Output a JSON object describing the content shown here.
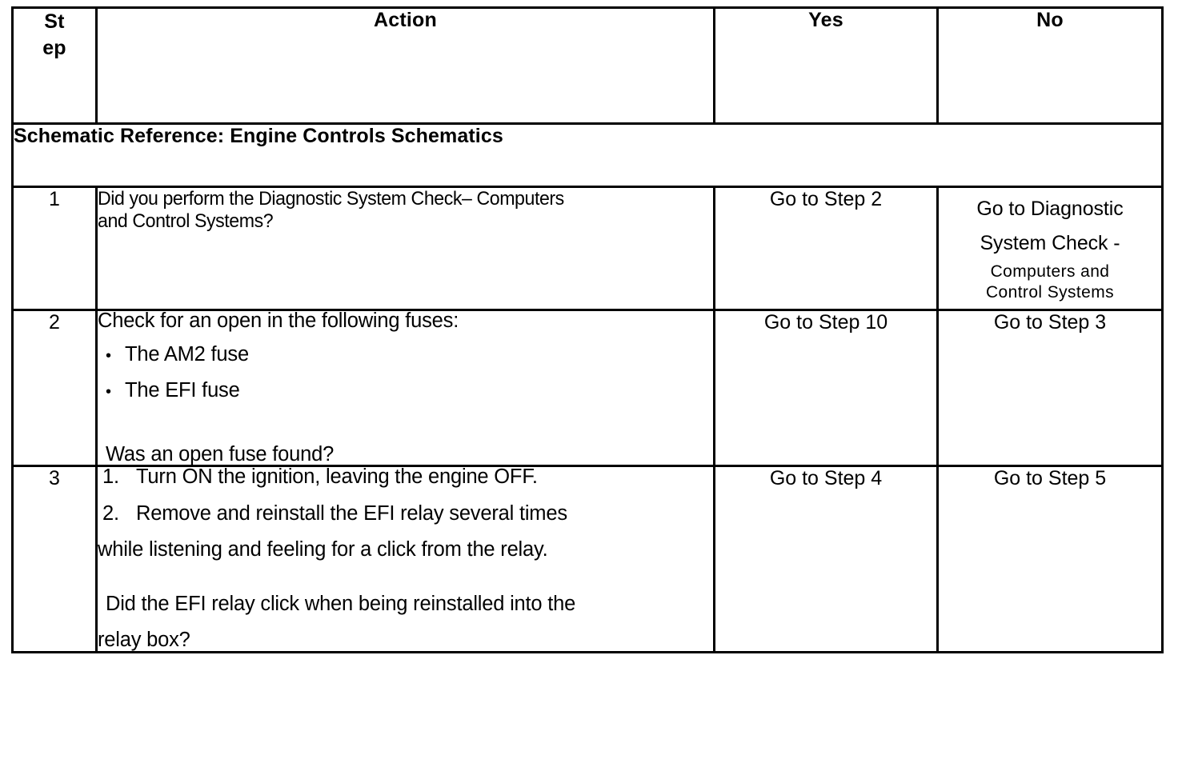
{
  "table": {
    "headers": {
      "step_line1": "St",
      "step_line2": "ep",
      "action": "Action",
      "yes": "Yes",
      "no": "No"
    },
    "schematic_reference": "Schematic Reference: Engine Controls Schematics",
    "rows": [
      {
        "step": "1",
        "action": {
          "paragraph_line1": "Did you perform the Diagnostic System Check– Computers",
          "paragraph_line2": "and Control Systems?"
        },
        "yes": "Go to Step 2",
        "no": {
          "line1": "Go to Diagnostic",
          "line2": "System Check -",
          "line3": "Computers  and",
          "line4": "Control  Systems"
        }
      },
      {
        "step": "2",
        "action": {
          "intro": "Check for an open in the following fuses:",
          "bullet_marker": "•",
          "bullets": [
            "The AM2 fuse",
            "The EFI fuse"
          ],
          "question": "Was an open fuse found?"
        },
        "yes": "Go to Step 10",
        "no": "Go to Step 3"
      },
      {
        "step": "3",
        "action": {
          "steps": [
            {
              "marker": "1.",
              "text": "Turn ON the ignition, leaving the engine OFF."
            },
            {
              "marker": "2.",
              "text": "Remove and reinstall the EFI relay several times"
            }
          ],
          "continuation": "while listening and feeling for a click from the relay.",
          "question_line1": "Did the EFI relay click when being reinstalled into the",
          "question_line2": "relay box?"
        },
        "yes": "Go to Step 4",
        "no": "Go to Step 5"
      }
    ]
  },
  "colors": {
    "border": "#000000",
    "text": "#000000",
    "background": "#ffffff"
  }
}
